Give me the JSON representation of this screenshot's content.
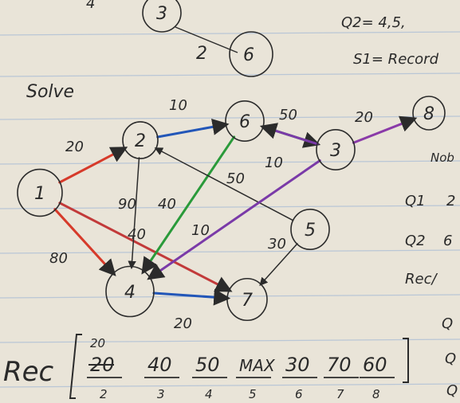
{
  "heading": "Solve",
  "top_fragment": {
    "node_3": "3",
    "node_6": "6",
    "edge_weight": "2",
    "number_4": "4"
  },
  "notes": {
    "q2": "Q2= 4,5,",
    "s1": "S1= Record",
    "nob": "Nob",
    "q1": "Q1",
    "q1_rest": "2",
    "q2b": "Q2",
    "q2b_rest": "6",
    "rec_strike": "Rec/",
    "q_a": "Q",
    "q_b": "Q",
    "q_c": "Q"
  },
  "graph": {
    "nodes": [
      {
        "id": "n1",
        "label": "1"
      },
      {
        "id": "n2",
        "label": "2"
      },
      {
        "id": "n6",
        "label": "6"
      },
      {
        "id": "n3",
        "label": "3"
      },
      {
        "id": "n8",
        "label": "8"
      },
      {
        "id": "n5",
        "label": "5"
      },
      {
        "id": "n4",
        "label": "4"
      },
      {
        "id": "n7",
        "label": "7"
      }
    ],
    "edges": [
      {
        "from": "n1",
        "to": "n2",
        "weight": "20",
        "color": "#d63a2a"
      },
      {
        "from": "n2",
        "to": "n6",
        "weight": "10",
        "color": "#2256b8"
      },
      {
        "from": "n6",
        "to": "n3",
        "weight": "50",
        "color": "#2a9a3a"
      },
      {
        "from": "n3",
        "to": "n6",
        "weight": "10",
        "color": "#7a3aa8"
      },
      {
        "from": "n3",
        "to": "n8",
        "weight": "20",
        "color": "#8a3aa8"
      },
      {
        "from": "n1",
        "to": "n4",
        "weight": "80",
        "color": "#d63a2a"
      },
      {
        "from": "n1",
        "to": "n7",
        "weight": "90",
        "color": "#c23a3a"
      },
      {
        "from": "n6",
        "to": "n4",
        "weight": "40",
        "color": "#2a9a3a"
      },
      {
        "from": "n5",
        "to": "n2",
        "weight": "50",
        "color": "#2b2b2b"
      },
      {
        "from": "n3",
        "to": "n4",
        "weight": "10",
        "color": "#7a3aa8"
      },
      {
        "from": "n5",
        "to": "n7",
        "weight": "30",
        "color": "#2b2b2b"
      },
      {
        "from": "n4",
        "to": "n7",
        "weight": "20",
        "color": "#2256b8"
      },
      {
        "from": "n2",
        "to": "n4",
        "weight": "40",
        "color": "#2b2b2b"
      }
    ]
  },
  "record_row": {
    "label": "Rec",
    "entries": [
      {
        "top": "20",
        "value": "20",
        "node": "2"
      },
      {
        "top": "",
        "value": "40",
        "node": "3"
      },
      {
        "top": "",
        "value": "50",
        "node": "4"
      },
      {
        "top": "",
        "value": "MAX",
        "node": "5"
      },
      {
        "top": "",
        "value": "30",
        "node": "6"
      },
      {
        "top": "",
        "value": "70",
        "node": "7"
      },
      {
        "top": "",
        "value": "60",
        "node": "8"
      }
    ]
  }
}
